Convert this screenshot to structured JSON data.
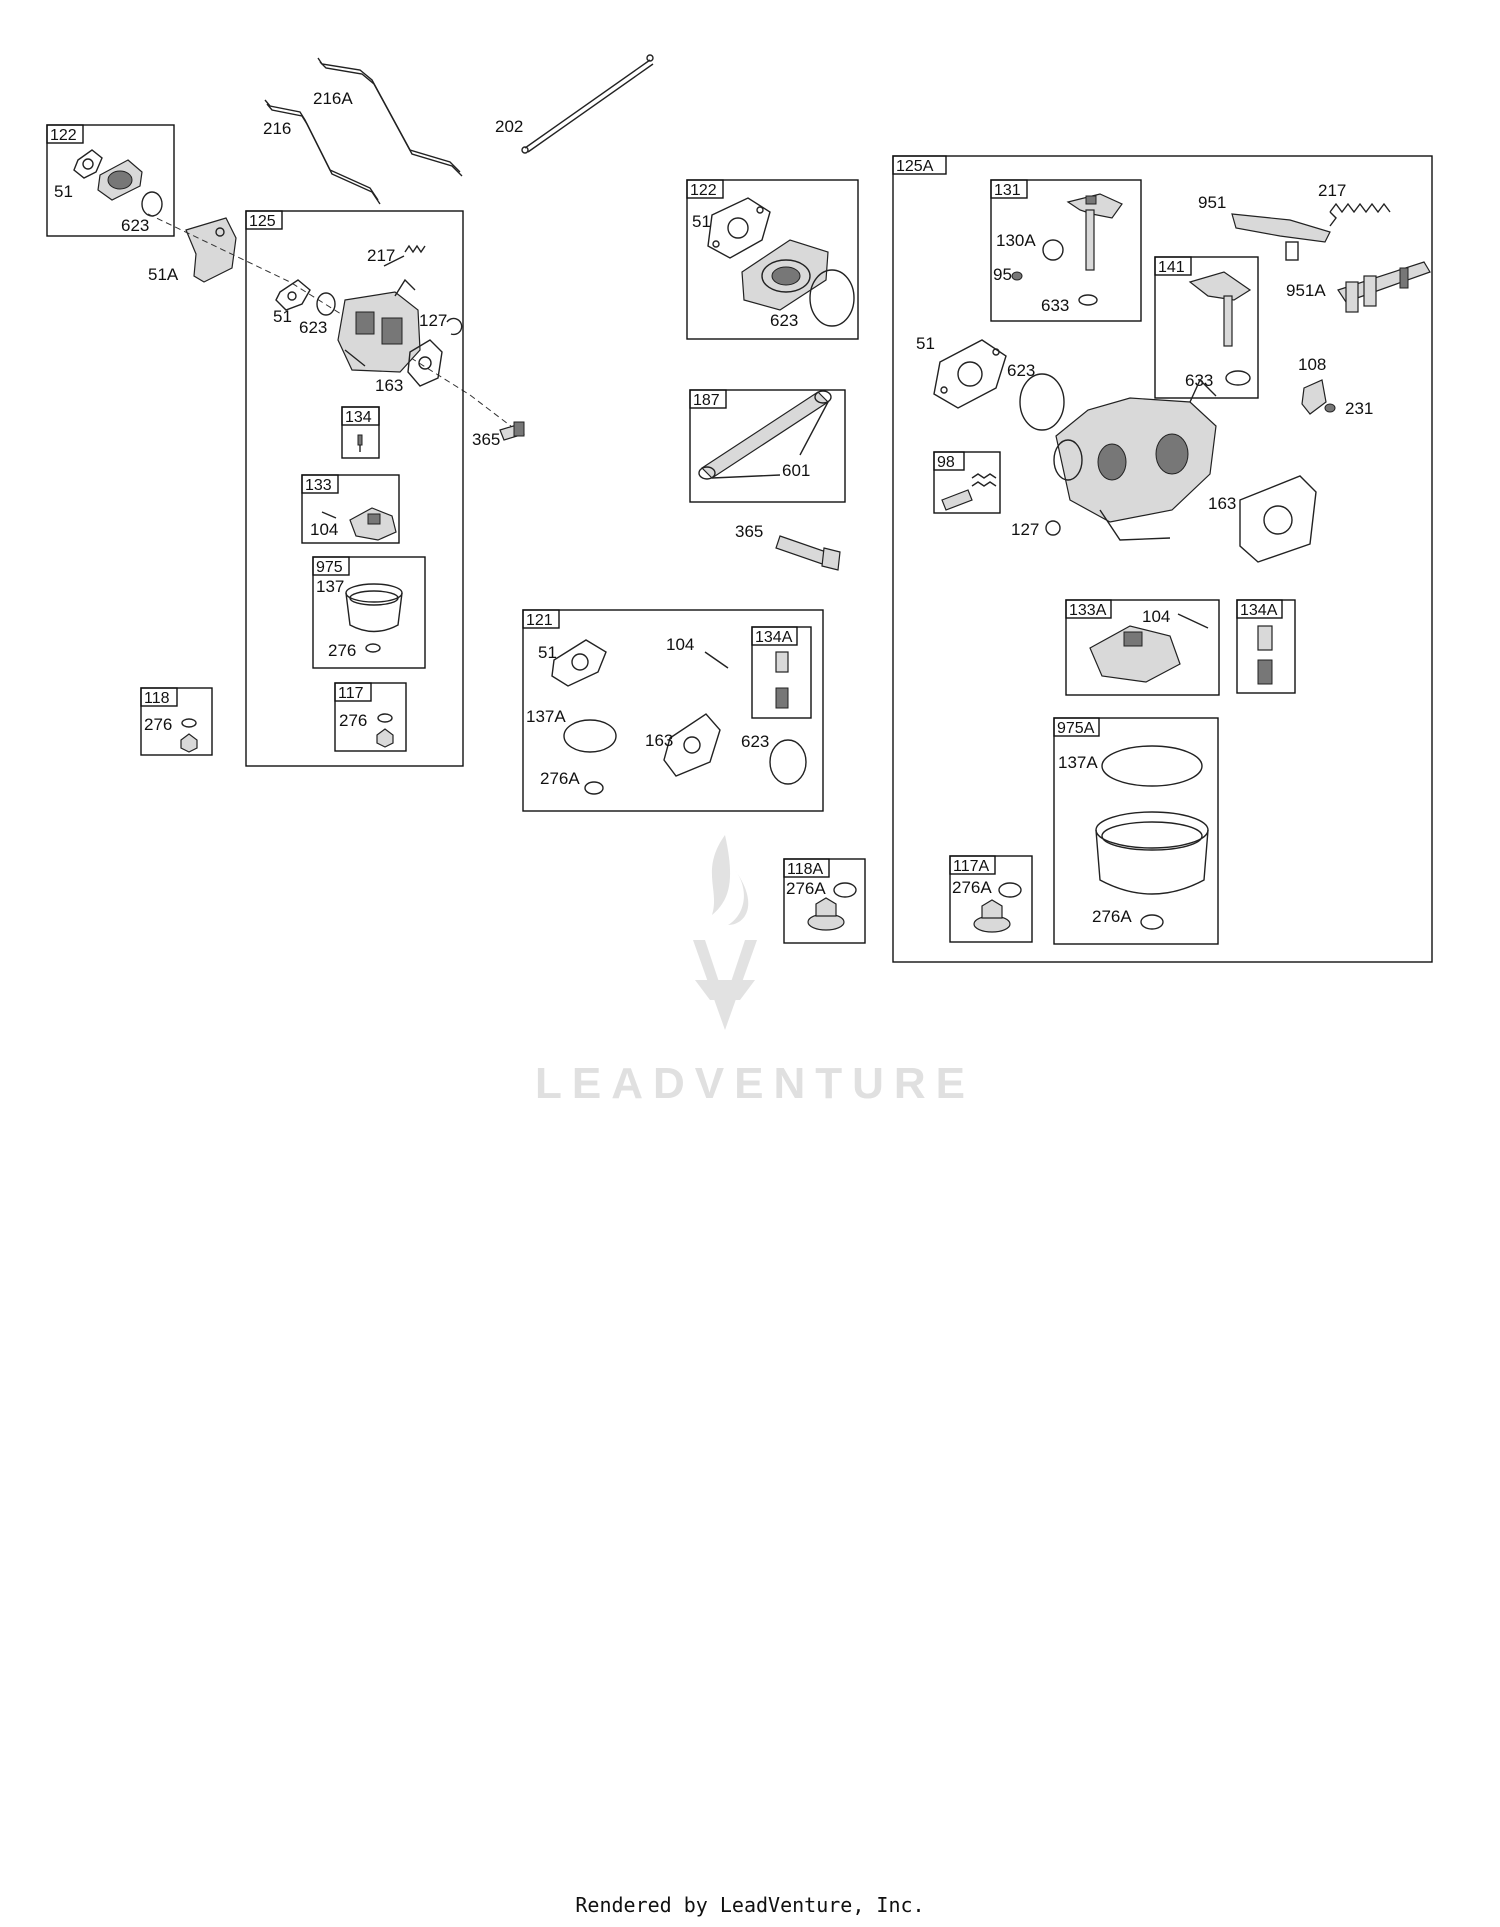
{
  "watermark": {
    "text": "LEADVENTURE"
  },
  "footer": {
    "text": "Rendered by LeadVenture, Inc."
  },
  "boxes": {
    "b122a": "122",
    "b125": "125",
    "b134": "134",
    "b133": "133",
    "b975": "975",
    "b118": "118",
    "b117": "117",
    "b122b": "122",
    "b187": "187",
    "b121": "121",
    "b134Ab": "134A",
    "b118A": "118A",
    "b125A": "125A",
    "b131": "131",
    "b141": "141",
    "b98": "98",
    "b133A": "133A",
    "b134A": "134A",
    "b975A": "975A",
    "b117A": "117A"
  },
  "callouts": {
    "c216A": "216A",
    "c216": "216",
    "c202": "202",
    "c51_a": "51",
    "c623_a": "623",
    "c51A": "51A",
    "c217_a": "217",
    "c51_b": "51",
    "c623_b": "623",
    "c127_a": "127",
    "c163_a": "163",
    "c365_a": "365",
    "c104_a": "104",
    "c137": "137",
    "c276_a": "276",
    "c276_b": "276",
    "c276_c": "276",
    "c51_c": "51",
    "c623_c": "623",
    "c601": "601",
    "c365_b": "365",
    "c51_d": "51",
    "c104_b": "104",
    "c137A_a": "137A",
    "c163_b": "163",
    "c623_d": "623",
    "c276A_a": "276A",
    "c276A_b": "276A",
    "c130A": "130A",
    "c95": "95",
    "c633_a": "633",
    "c951": "951",
    "c217_b": "217",
    "c951A": "951A",
    "c633_b": "633",
    "c51_e": "51",
    "c623_e": "623",
    "c108": "108",
    "c231": "231",
    "c163_c": "163",
    "c127_b": "127",
    "c104_c": "104",
    "c137A_b": "137A",
    "c276A_c": "276A",
    "c276A_d": "276A"
  }
}
